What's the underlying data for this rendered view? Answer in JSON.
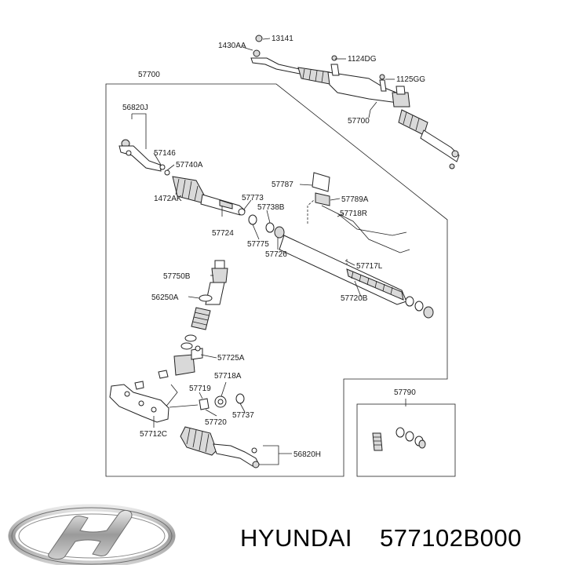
{
  "labels": {
    "l1430aa": "1430AA",
    "l13141": "13141",
    "l1124dg": "1124DG",
    "l1125gg": "1125GG",
    "l57700_top": "57700",
    "l57700_main": "57700",
    "l56820j": "56820J",
    "l57146": "57146",
    "l57740a": "57740A",
    "l1472ak": "1472AK",
    "l57724": "57724",
    "l57773": "57773",
    "l57738b": "57738B",
    "l57775": "57775",
    "l57726": "57726",
    "l57787": "57787",
    "l57789a": "57789A",
    "l57718r": "57718R",
    "l57717l": "57717L",
    "l57720b": "57720B",
    "l57750b": "57750B",
    "l56250a": "56250A",
    "l57725a": "57725A",
    "l57718a": "57718A",
    "l57719": "57719",
    "l57720": "57720",
    "l57737": "57737",
    "l57712c": "57712C",
    "l56820h": "56820H",
    "l57790": "57790"
  },
  "caption": {
    "brand": "HYUNDAI",
    "part_number": "577102B000"
  },
  "icons": {
    "brand_logo": "hyundai-logo"
  }
}
